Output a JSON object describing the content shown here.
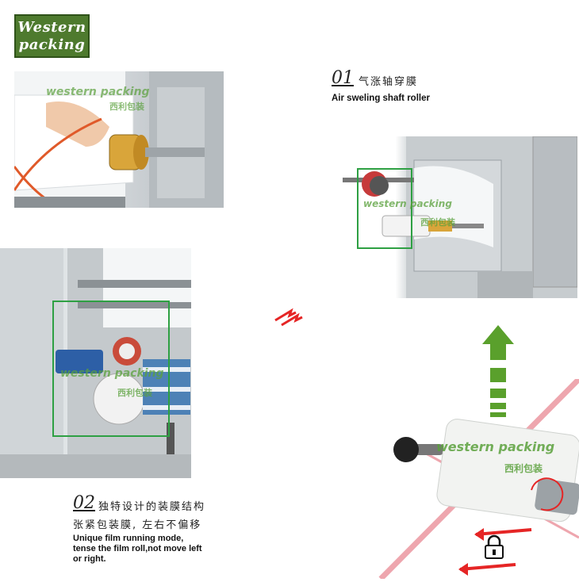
{
  "logo": {
    "line1": "Western",
    "line2": "packing"
  },
  "watermark": {
    "brand": "western packing",
    "cn": "西利包装"
  },
  "feature_01": {
    "number": "01",
    "title_cn": "气涨轴穿膜",
    "title_en": "Air sweling shaft roller"
  },
  "feature_02": {
    "number": "02",
    "title_cn_line1": "独特设计的装膜结构",
    "title_cn_line2": "张紧包装膜, 左右不偏移",
    "desc_en_line1": "Unique film running mode,",
    "desc_en_line2": "tense the film roll,not move left",
    "desc_en_line3": "or right."
  },
  "colors": {
    "logo_green": "#4e7a2e",
    "highlight_green": "#2ea043",
    "arrow_green": "#5aa02c",
    "arrow_red": "#e52525",
    "diagonal_pink": "#eea6ae"
  },
  "icons": [
    "lock-icon",
    "up-arrow-icon",
    "double-arrow-icon"
  ]
}
